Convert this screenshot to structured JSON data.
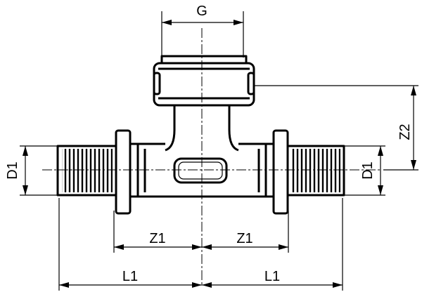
{
  "title": "Tee fitting with threaded branch - technical dimension drawing",
  "dimensions": {
    "G": "G",
    "Z2": "Z2",
    "D1_left": "D1",
    "D1_right": "D1",
    "Z1_left": "Z1",
    "Z1_right": "Z1",
    "L1_left": "L1",
    "L1_right": "L1"
  }
}
